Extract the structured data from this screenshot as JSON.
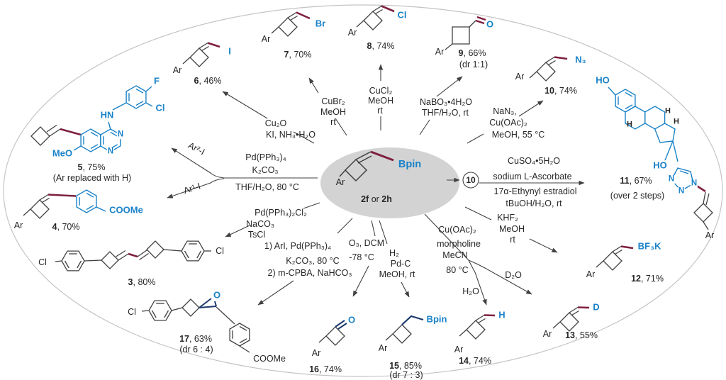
{
  "colors": {
    "accent_blue": "#1982c8",
    "bond_maroon": "#7e1f3f",
    "bond_navy": "#1e3a6e",
    "center_fill": "#d3d3d3",
    "line": "#404040"
  },
  "center": {
    "ar": "Ar",
    "substituent": "Bpin",
    "id_a": "2f",
    "id_sep": " or ",
    "id_b": "2h"
  },
  "circled_intermediate": "10",
  "products": {
    "p3": {
      "num": "3",
      "yield": ", 80%",
      "labels": {
        "cl_left": "Cl",
        "cl_right": "Cl"
      }
    },
    "p4": {
      "num": "4",
      "yield": ", 70%",
      "labels": {
        "ar": "Ar",
        "ester": "COOMe"
      }
    },
    "p5": {
      "num": "5",
      "yield": ", 75%",
      "note": "(Ar replaced with H)",
      "labels": {
        "hn": "HN",
        "f": "F",
        "cl": "Cl",
        "meo": "MeO",
        "n1": "N",
        "n2": "N"
      }
    },
    "p6": {
      "num": "6",
      "yield": ", 46%",
      "labels": {
        "ar": "Ar",
        "x": "I"
      }
    },
    "p7": {
      "num": "7",
      "yield": ", 70%",
      "labels": {
        "ar": "Ar",
        "x": "Br"
      }
    },
    "p8": {
      "num": "8",
      "yield": ", 74%",
      "labels": {
        "ar": "Ar",
        "x": "Cl"
      }
    },
    "p9": {
      "num": "9",
      "yield": ", 66%",
      "note": "(dr 1:1)",
      "labels": {
        "ar": "Ar",
        "x": "O"
      }
    },
    "p10": {
      "num": "10",
      "yield": ", 74%",
      "labels": {
        "ar": "Ar",
        "x": "N₃"
      }
    },
    "p11": {
      "num": "11",
      "yield": ", 67%",
      "note": "(over 2 steps)",
      "labels": {
        "ho_top": "HO",
        "ho_mid": "HO",
        "h1": "H",
        "h2": "H",
        "h3": "H",
        "n1": "N",
        "n2": "N",
        "n3": "N",
        "ar": "Ar"
      }
    },
    "p12": {
      "num": "12",
      "yield": ", 71%",
      "labels": {
        "ar": "Ar",
        "x": "BF₃K"
      }
    },
    "p13": {
      "num": "13",
      "yield": ", 55%",
      "labels": {
        "ar": "Ar",
        "x": "D"
      }
    },
    "p14": {
      "num": "14",
      "yield": ", 74%",
      "labels": {
        "ar": "Ar",
        "x": "H"
      }
    },
    "p15": {
      "num": "15",
      "yield": ", 85%",
      "note": "(dr 7 : 3)",
      "labels": {
        "ar": "Ar",
        "x": "Bpin"
      }
    },
    "p16": {
      "num": "16",
      "yield": ", 74%",
      "labels": {
        "ar": "Ar",
        "x": "O"
      }
    },
    "p17": {
      "num": "17",
      "yield": ", 63%",
      "note": "(dr 6 : 4)",
      "labels": {
        "cl": "Cl",
        "o": "O",
        "ester": "COOMe"
      }
    }
  },
  "reagents": {
    "to6": [
      "Cu₂O",
      "KI, NH₃•H₂O"
    ],
    "to7": [
      "CuBr₂",
      "MeOH",
      "rt"
    ],
    "to8": [
      "CuCl₂",
      "MeOH",
      "rt"
    ],
    "to9": [
      "NaBO₃•4H₂O",
      "THF/H₂O, rt"
    ],
    "to10": [
      "NaN₃,",
      "Cu(OAc)₂",
      "MeOH, 55 °C"
    ],
    "to11": [
      "CuSO₄•5H₂O",
      "sodium L-Ascorbate",
      "17α-Ethynyl estradiol",
      "tBuOH/H₂O, rt"
    ],
    "to12": [
      "KHF₂",
      "MeOH",
      "rt"
    ],
    "to13_14": [
      "Cu(OAc)₂",
      "morpholine",
      "MeCN",
      "80 °C"
    ],
    "branch_h2o": "H₂O",
    "branch_d2o": "D₂O",
    "to15": [
      "H₂",
      "Pd-C",
      "MeOH, rt"
    ],
    "to16": [
      "O₃, DCM",
      "-78 °C"
    ],
    "to17": [
      "1) ArI, Pd(PPh₃)₄",
      "K₂CO₃, 80 °C",
      "2) m-CPBA, NaHCO₃"
    ],
    "to3": [
      "Pd(PPh₃)₂Cl₂",
      "NaCO₃",
      "TsCl"
    ],
    "to4_5": [
      "Pd(PPh₃)₄",
      "K₂CO₃",
      "THF/H₂O, 80 °C"
    ],
    "ar2_label": "Ar²-I",
    "ar1_label": "Ar¹-I"
  }
}
